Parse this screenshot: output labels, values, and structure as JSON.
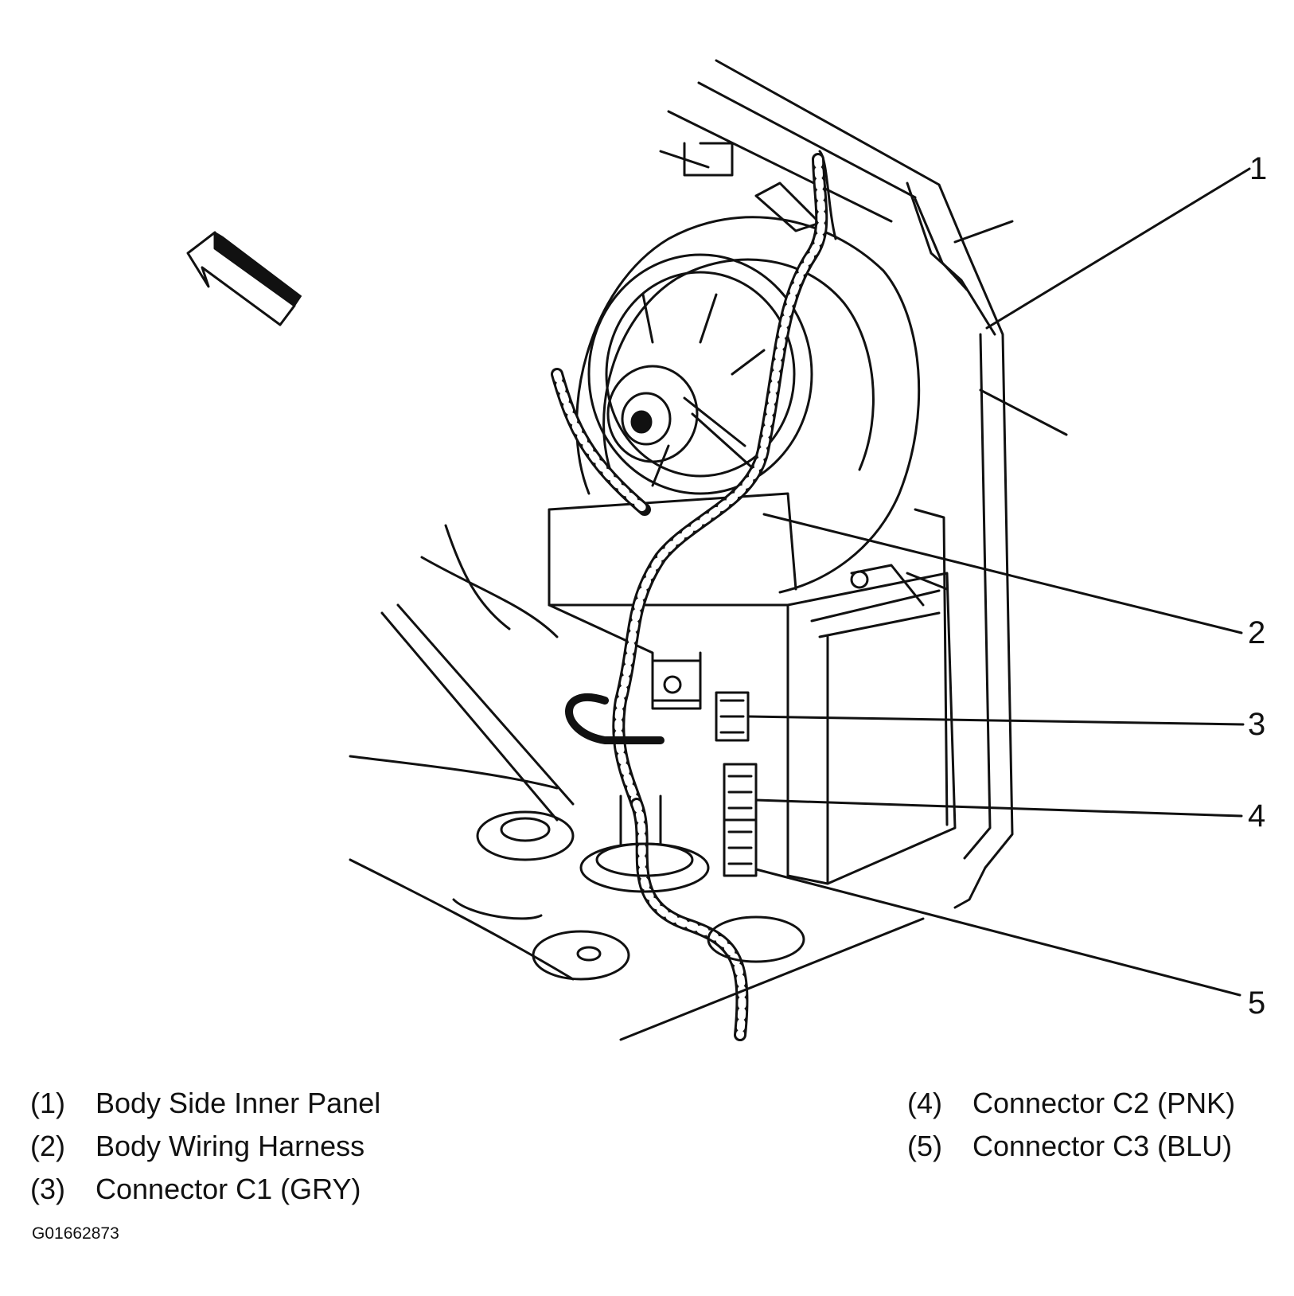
{
  "callouts": [
    "1",
    "2",
    "3",
    "4",
    "5"
  ],
  "legend": [
    {
      "num": "(1)",
      "label": "Body Side Inner Panel"
    },
    {
      "num": "(2)",
      "label": "Body Wiring Harness"
    },
    {
      "num": "(3)",
      "label": "Connector C1 (GRY)"
    },
    {
      "num": "(4)",
      "label": "Connector C2 (PNK)"
    },
    {
      "num": "(5)",
      "label": "Connector C3 (BLU)"
    }
  ],
  "figure_id": "G01662873",
  "colors": {
    "ink": "#111111",
    "background": "#ffffff"
  }
}
